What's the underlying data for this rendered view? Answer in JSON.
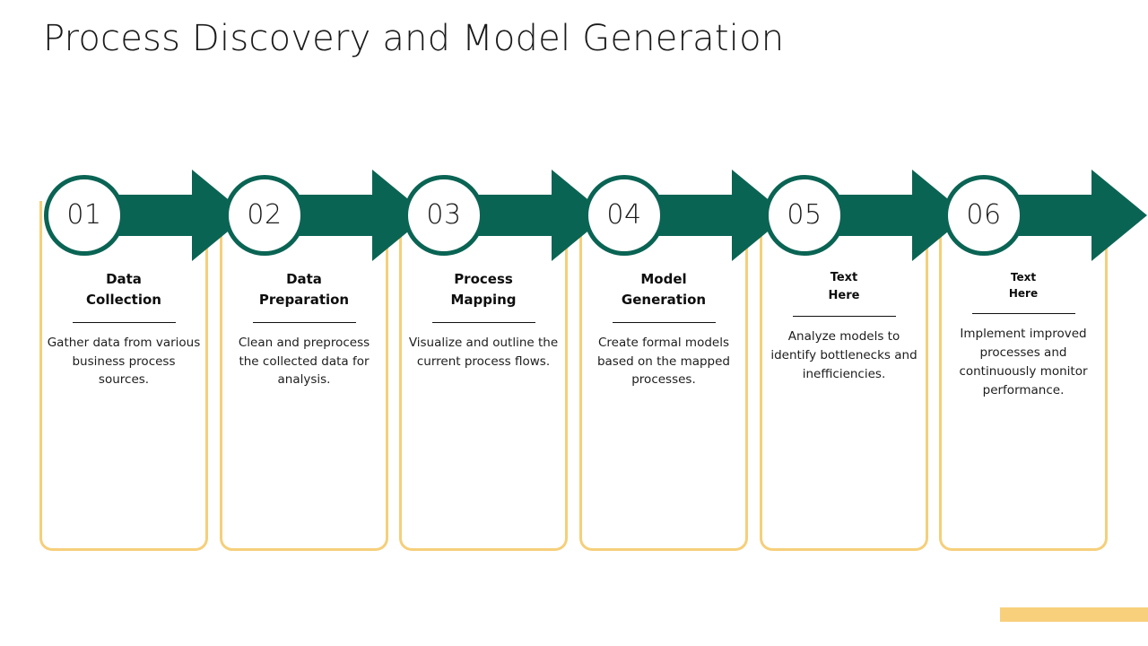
{
  "slide": {
    "title": "Process Discovery and Model Generation",
    "background_color": "#ffffff"
  },
  "theme": {
    "accent_teal": "#0a6454",
    "accent_yellow": "#f5cf7a",
    "accent_bar_color": "#f8d07c",
    "text_color": "#1a1a1a"
  },
  "steps": [
    {
      "number": "01",
      "heading": "Data\nCollection",
      "description": "Gather data from various business process sources."
    },
    {
      "number": "02",
      "heading": "Data\nPreparation",
      "description": "Clean and preprocess the collected data for analysis."
    },
    {
      "number": "03",
      "heading": "Process\nMapping",
      "description": "Visualize and outline the current process flows."
    },
    {
      "number": "04",
      "heading": "Model\nGeneration",
      "description": "Create formal models based on the mapped processes."
    },
    {
      "number": "05",
      "heading": "Text\nHere",
      "description": "Analyze models to identify bottlenecks and inefficiencies."
    },
    {
      "number": "06",
      "heading": "Text\nHere",
      "description": "Implement improved processes and continuously monitor performance."
    }
  ]
}
